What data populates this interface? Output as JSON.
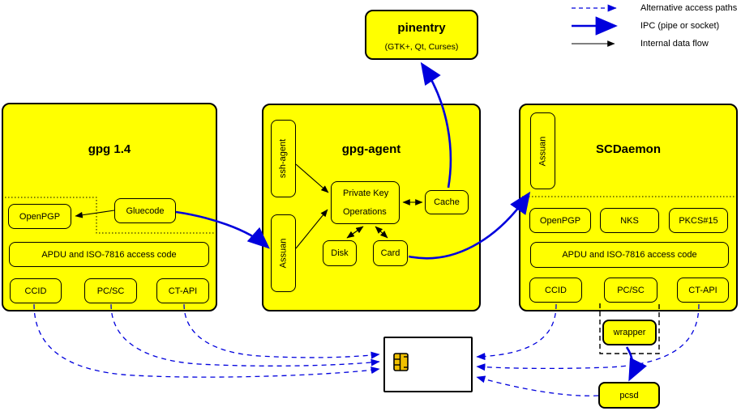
{
  "legend": {
    "alternative": "Alternative access paths",
    "ipc": "IPC (pipe or socket)",
    "internal": "Internal data flow"
  },
  "pinentry": {
    "title": "pinentry",
    "subtitle": "(GTK+, Qt, Curses)"
  },
  "gpg14": {
    "title": "gpg 1.4",
    "openpgp": "OpenPGP",
    "gluecode": "Gluecode",
    "apdu": "APDU and ISO-7816 access code",
    "ccid": "CCID",
    "pcsc": "PC/SC",
    "ctapi": "CT-API"
  },
  "gpgagent": {
    "title": "gpg-agent",
    "ssh_agent": "ssh-agent",
    "assuan": "Assuan",
    "pko_line1": "Private Key",
    "pko_line2": "Operations",
    "cache": "Cache",
    "disk": "Disk",
    "card": "Card"
  },
  "scdaemon": {
    "title": "SCDaemon",
    "assuan": "Assuan",
    "openpgp": "OpenPGP",
    "nks": "NKS",
    "pkcs15": "PKCS#15",
    "apdu": "APDU and ISO-7816 access code",
    "ccid": "CCID",
    "pcsc": "PC/SC",
    "ctapi": "CT-API"
  },
  "external": {
    "wrapper": "wrapper",
    "pcsd": "pcsd"
  },
  "colors": {
    "node_fill": "#ffff00",
    "line_blue": "#0000dd",
    "line_black": "#000000",
    "chip_gold": "#f0c000",
    "card_bg": "#ffffff"
  }
}
